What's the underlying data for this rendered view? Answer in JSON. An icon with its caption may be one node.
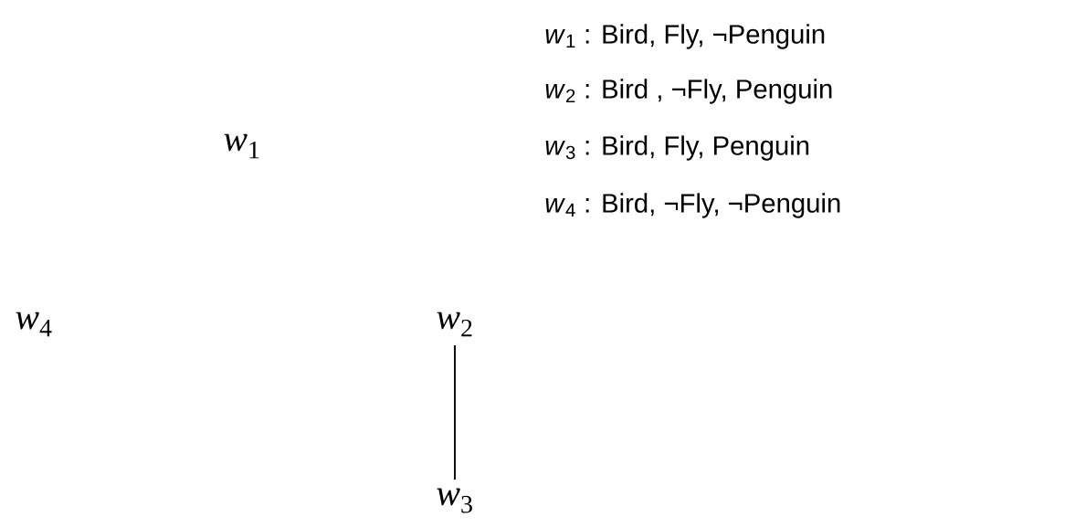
{
  "diagram": {
    "nodes": [
      {
        "text": [
          "*w*$_{1}$"
        ]
      },
      {
        "text": [
          "*w*$_{4}$"
        ]
      },
      {
        "text": [
          "*w*$_{2}$"
        ]
      },
      {
        "text": [
          "*w*$_{3}$"
        ]
      }
    ],
    "edges": [
      {
        "from": 2,
        "to": 3,
        "arrow": "none"
      }
    ],
    "labels": [
      "*w*$_{1}$ : Bird, Fly, ¬Penguin",
      "*w*$_{2}$ : Bird , ¬Fly, Penguin",
      "*w*$_{3}$ : Bird, Fly, Penguin",
      "*w*$_{4}$ : Bird, ¬Fly, ¬Penguin"
    ]
  }
}
